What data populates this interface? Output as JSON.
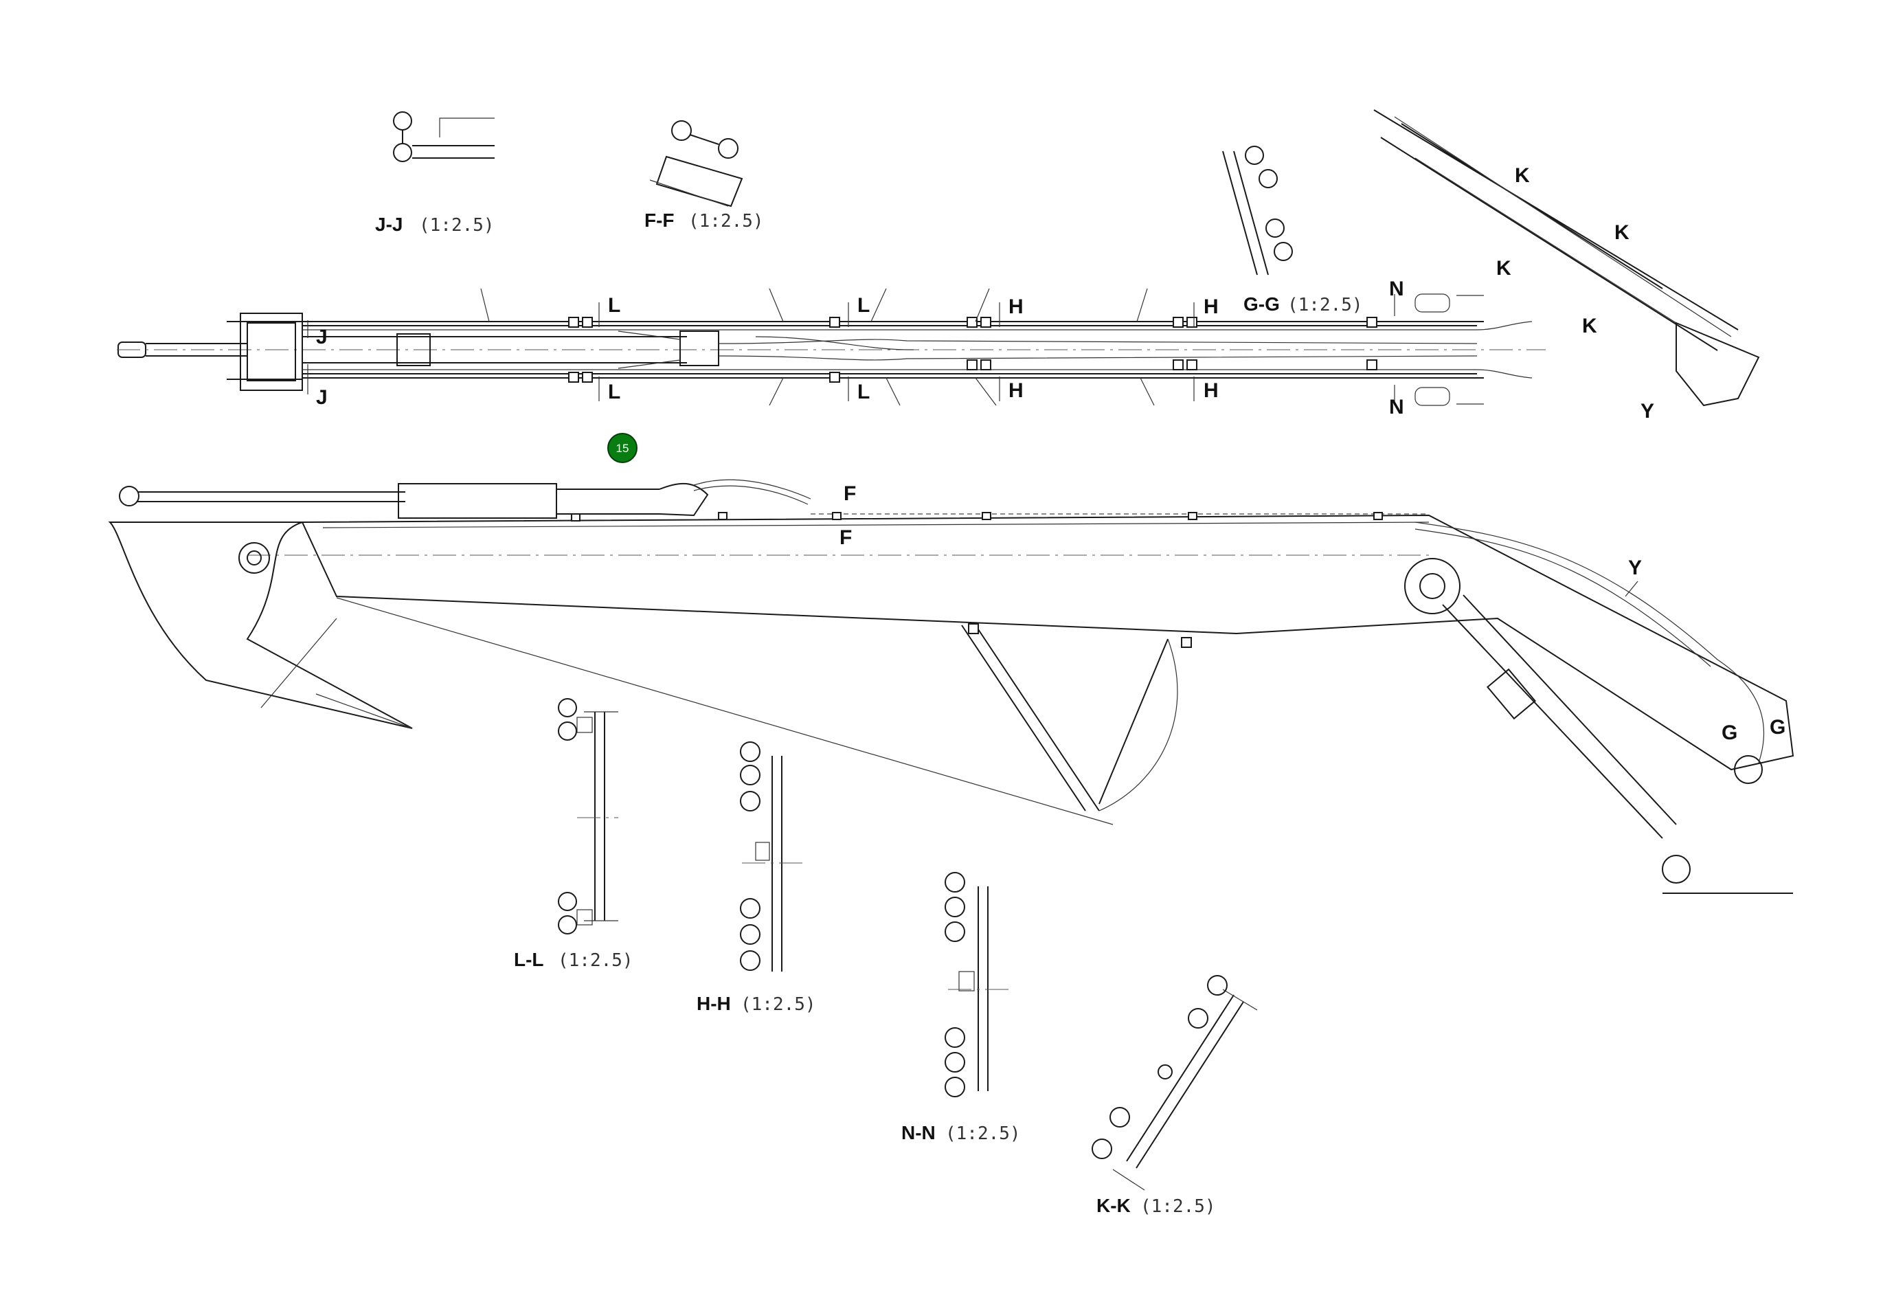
{
  "section_views": [
    {
      "id": "jj",
      "label": "J-J",
      "scale": "(1:2.5)"
    },
    {
      "id": "ff",
      "label": "F-F",
      "scale": "(1:2.5)"
    },
    {
      "id": "gg",
      "label": "G-G",
      "scale": "(1:2.5)"
    },
    {
      "id": "ll",
      "label": "L-L",
      "scale": "(1:2.5)"
    },
    {
      "id": "hh",
      "label": "H-H",
      "scale": "(1:2.5)"
    },
    {
      "id": "nn",
      "label": "N-N",
      "scale": "(1:2.5)"
    },
    {
      "id": "kk",
      "label": "K-K",
      "scale": "(1:2.5)"
    }
  ],
  "section_marks": {
    "j": "J",
    "l": "L",
    "h": "H",
    "n": "N",
    "f": "F",
    "g": "G",
    "k": "K"
  },
  "detail_labels": {
    "y": "Y"
  },
  "callout": {
    "number": "15",
    "color": "#0a7d12"
  }
}
